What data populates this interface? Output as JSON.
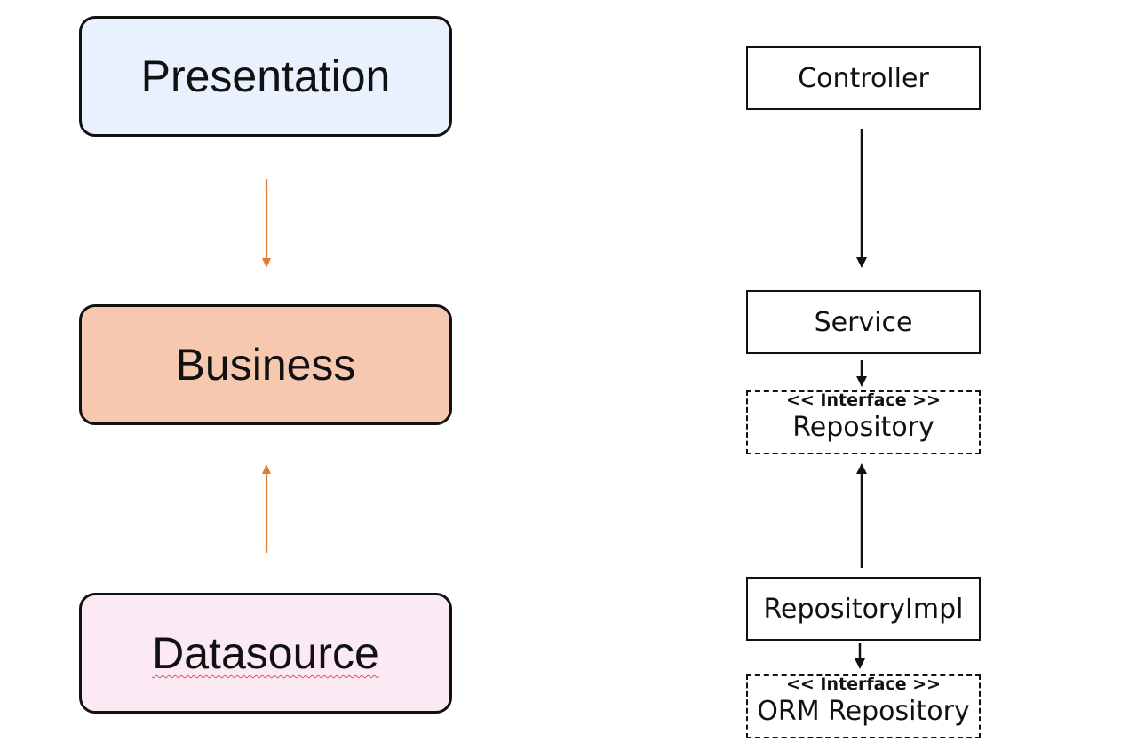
{
  "layers": {
    "presentation": {
      "label": "Presentation",
      "fill": "#e8f1fd"
    },
    "business": {
      "label": "Business",
      "fill": "#f6c8b0"
    },
    "datasource": {
      "label": "Datasource",
      "fill": "#fbeaf4"
    }
  },
  "components": {
    "controller": {
      "label": "Controller"
    },
    "service": {
      "label": "Service"
    },
    "repository": {
      "stereotype": "<< Interface >>",
      "label": "Repository"
    },
    "repository_impl": {
      "label": "RepositoryImpl"
    },
    "orm_repository": {
      "stereotype": "<< Interface >>",
      "label": "ORM Repository"
    }
  },
  "colors": {
    "layer_arrow": "#e07a38",
    "component_arrow": "#111111"
  }
}
